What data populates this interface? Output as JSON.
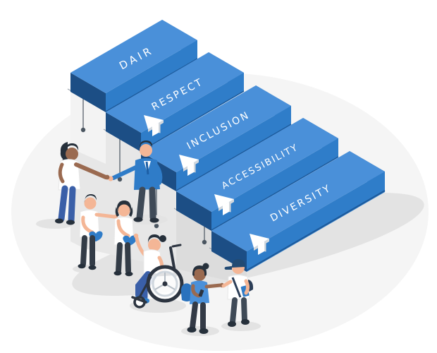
{
  "illustration": {
    "name": "dair-staircase-illustration",
    "steps": [
      {
        "id": "dair",
        "label": "DAIR"
      },
      {
        "id": "respect",
        "label": "RESPECT"
      },
      {
        "id": "inclusion",
        "label": "INCLUSION"
      },
      {
        "id": "accessibility",
        "label": "ACCESSIBILITY"
      },
      {
        "id": "diversity",
        "label": "DIVERSITY"
      }
    ],
    "icons": {
      "up_arrow_count": 4,
      "up_arrow_meaning": "ascend the stairs"
    },
    "colors": {
      "step_top": "#4a90d9",
      "step_front": "#2f7dc9",
      "step_side": "#2a6fb8",
      "step_edge": "#1c4e85",
      "edge_line": "#1d5a9b",
      "wall": "#e7e7e7",
      "wall_light": "#f3f3f3",
      "wall_shade": "#dcdcdc",
      "floor": "#f5f5f5",
      "shadow": "#e3e3e3",
      "arrow_white": "#ffffff",
      "arrow_side": "#d3d8dd",
      "plumb_line": "#4a5560",
      "skin_light": "#f4b696",
      "skin_dark": "#9a6a50",
      "hair": "#26303b",
      "cloth_blue": "#2f7cc8",
      "jeans": "#3a5fa8",
      "pants_dark": "#3f4a57",
      "cloth_white": "#ffffff"
    },
    "scenes": [
      {
        "name": "handshake-pair",
        "description": "woman and man shaking hands"
      },
      {
        "name": "heart-pair",
        "description": "man and woman holding blue hearts"
      },
      {
        "name": "wheelchair-woman",
        "description": "woman in wheelchair waving"
      },
      {
        "name": "student-pair",
        "description": "students shaking hands with phone and book"
      }
    ]
  }
}
